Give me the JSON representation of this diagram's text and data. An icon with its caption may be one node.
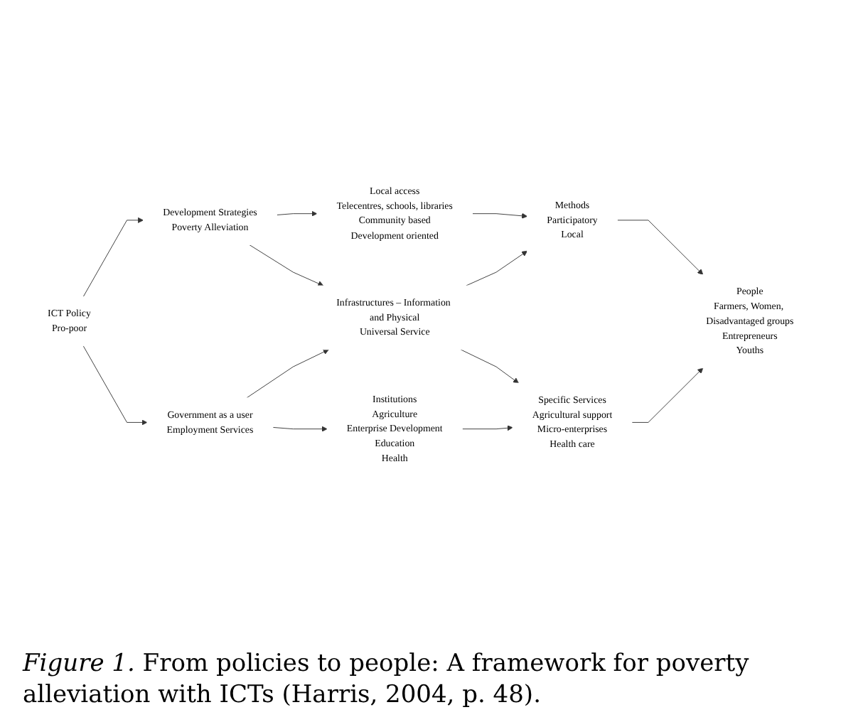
{
  "diagram": {
    "nodes": [
      {
        "text": [
          "ICT Policy",
          "Pro-poor"
        ]
      },
      {
        "text": [
          "Development Strategies",
          "Poverty Alleviation"
        ]
      },
      {
        "text": [
          "Local access",
          "Telecentres, schools, libraries",
          "Community based",
          "Development oriented"
        ]
      },
      {
        "text": [
          "Government as a user",
          "Employment Services"
        ]
      },
      {
        "text": [
          "Infrastructures – Information and Physical",
          "Universal Service"
        ]
      },
      {
        "text": [
          "Methods",
          "Participatory",
          "Local"
        ]
      },
      {
        "text": [
          "Institutions",
          "Agriculture",
          "Enterprise Development",
          "Education",
          "Health"
        ]
      },
      {
        "text": [
          "Specific Services",
          "Agricultural support",
          "Micro-enterprises",
          "Health care"
        ]
      },
      {
        "text": [
          "People",
          "Farmers, Women, Disadvantaged groups",
          "Entrepreneurs",
          "Youths"
        ]
      }
    ],
    "edges": [
      {
        "from": 0,
        "to": 1,
        "arrow": "to"
      },
      {
        "from": 1,
        "to": 2,
        "arrow": "to"
      },
      {
        "from": 0,
        "to": 3,
        "arrow": "to"
      },
      {
        "from": 1,
        "to": 4,
        "arrow": "to"
      },
      {
        "from": 2,
        "to": 5,
        "arrow": "to"
      },
      {
        "from": 3,
        "to": 4,
        "arrow": "to"
      },
      {
        "from": 4,
        "to": 5,
        "arrow": "to"
      },
      {
        "from": 3,
        "to": 6,
        "arrow": "to"
      },
      {
        "from": 4,
        "to": 7,
        "arrow": "to"
      },
      {
        "from": 5,
        "to": 8,
        "arrow": "to"
      },
      {
        "from": 6,
        "to": 7,
        "arrow": "to"
      },
      {
        "from": 7,
        "to": 8,
        "arrow": "to"
      }
    ],
    "caption": "*Figure 1.* From policies to people: A framework for poverty alleviation with ICTs (Harris, 2004, p. 48)."
  }
}
